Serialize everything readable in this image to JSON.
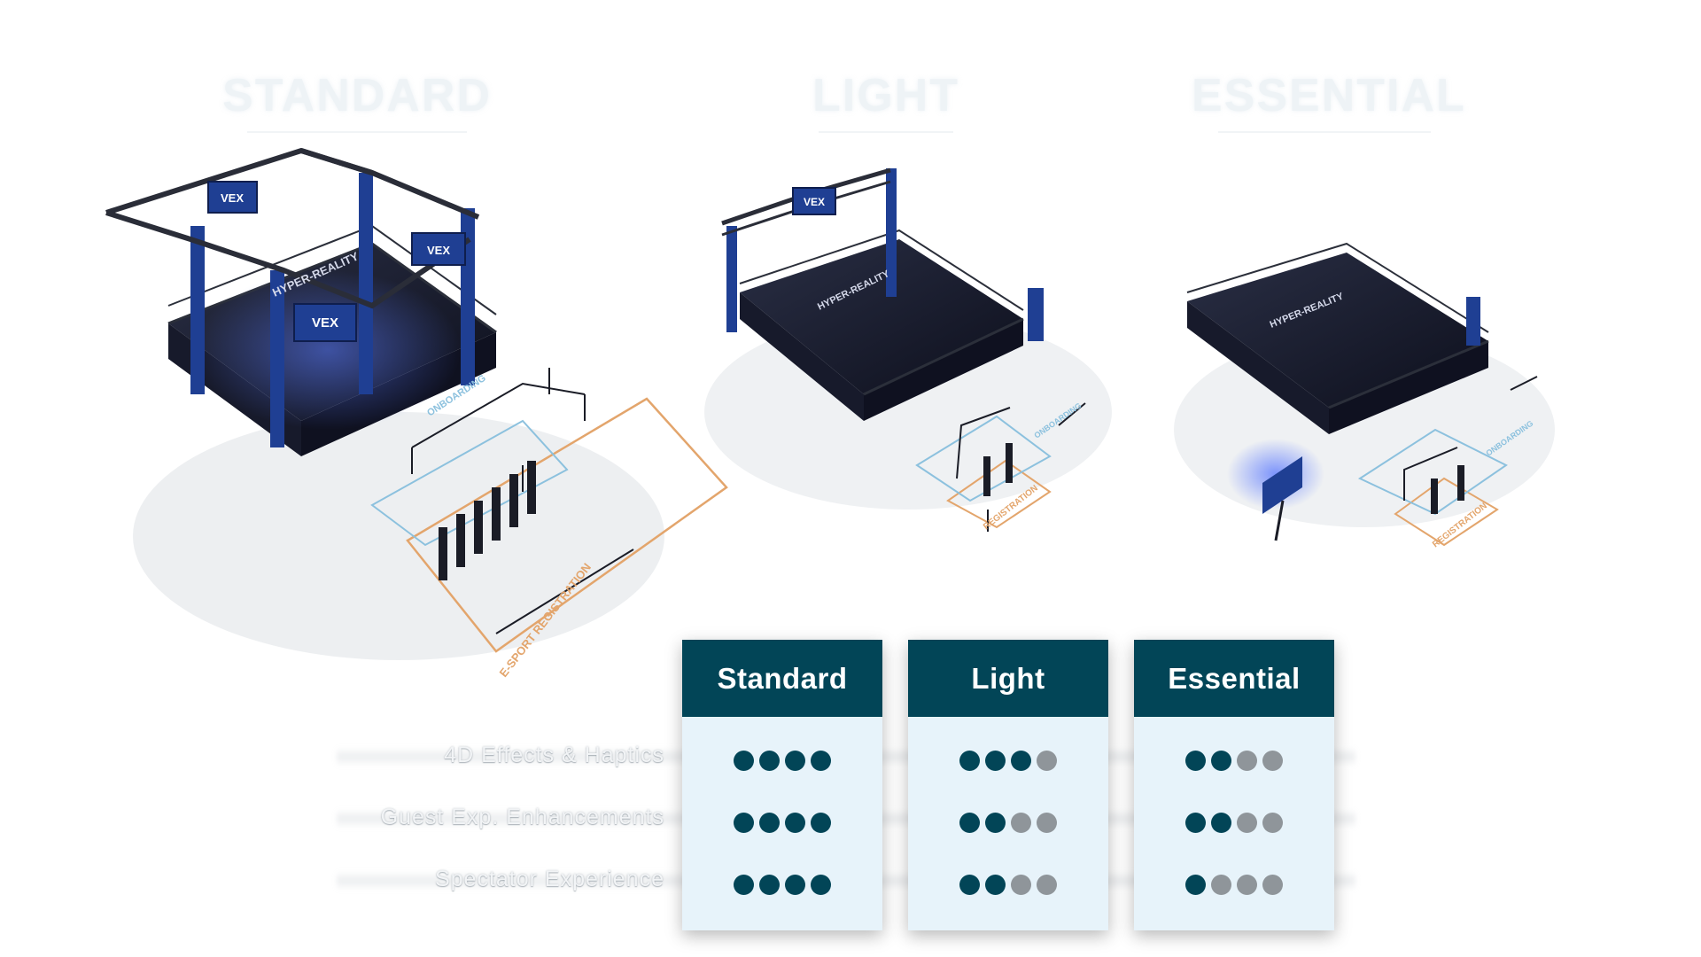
{
  "tiers": [
    {
      "key": "standard",
      "heading": "STANDARD",
      "card_title": "Standard",
      "ratings": [
        4,
        4,
        4
      ]
    },
    {
      "key": "light",
      "heading": "LIGHT",
      "card_title": "Light",
      "ratings": [
        3,
        2,
        2
      ]
    },
    {
      "key": "essential",
      "heading": "ESSENTIAL",
      "card_title": "Essential",
      "ratings": [
        2,
        2,
        1
      ]
    }
  ],
  "rating_max": 4,
  "features": [
    "4D Effects & Haptics",
    "Guest Exp. Enhancements",
    "Spectator Experience"
  ],
  "arenas": {
    "standard": {
      "floor_text": "HYPER-REALITY",
      "brand": "VEX",
      "zone_onboarding": "ONBOARDING",
      "zone_registration": "E-SPORT  REGISTRATION"
    },
    "light": {
      "floor_text": "HYPER-REALITY",
      "brand": "VEX",
      "zone_onboarding": "ONBOARDING",
      "zone_registration": "REGISTRATION"
    },
    "essential": {
      "floor_text": "HYPER-REALITY",
      "zone_onboarding": "ONBOARDING",
      "zone_registration": "REGISTRATION"
    }
  },
  "colors": {
    "card_header": "#024557",
    "card_body": "#e7f3fa",
    "dot_on": "#024557",
    "dot_off": "#8f959a",
    "truss": "#1f3f93",
    "zone_registration": "#e3a56c",
    "zone_onboarding": "#8cc1de"
  }
}
